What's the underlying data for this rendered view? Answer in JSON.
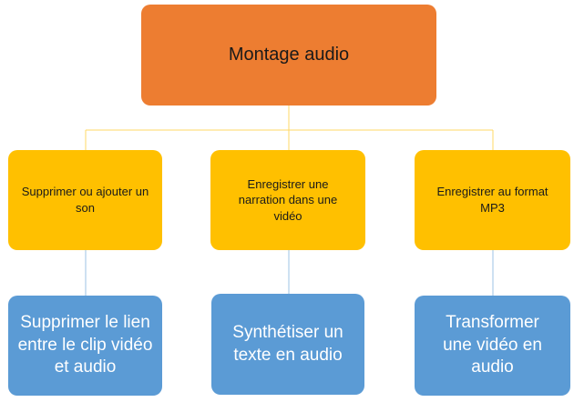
{
  "diagram": {
    "root": {
      "label": "Montage audio"
    },
    "level1": [
      {
        "label": "Supprimer ou ajouter un son"
      },
      {
        "label": "Enregistrer  une narration dans une vidéo"
      },
      {
        "label": "Enregistrer au format MP3"
      }
    ],
    "level2": [
      {
        "label": "Supprimer le lien entre le clip vidéo et audio"
      },
      {
        "label": "Synthétiser un texte en audio"
      },
      {
        "label": "Transformer une vidéo en audio"
      }
    ]
  },
  "colors": {
    "root_fill": "#ed7d31",
    "level1_fill": "#ffc000",
    "level2_fill": "#5b9bd5",
    "connector_top": "#ffd966",
    "connector_bottom": "#9dc3e6"
  }
}
